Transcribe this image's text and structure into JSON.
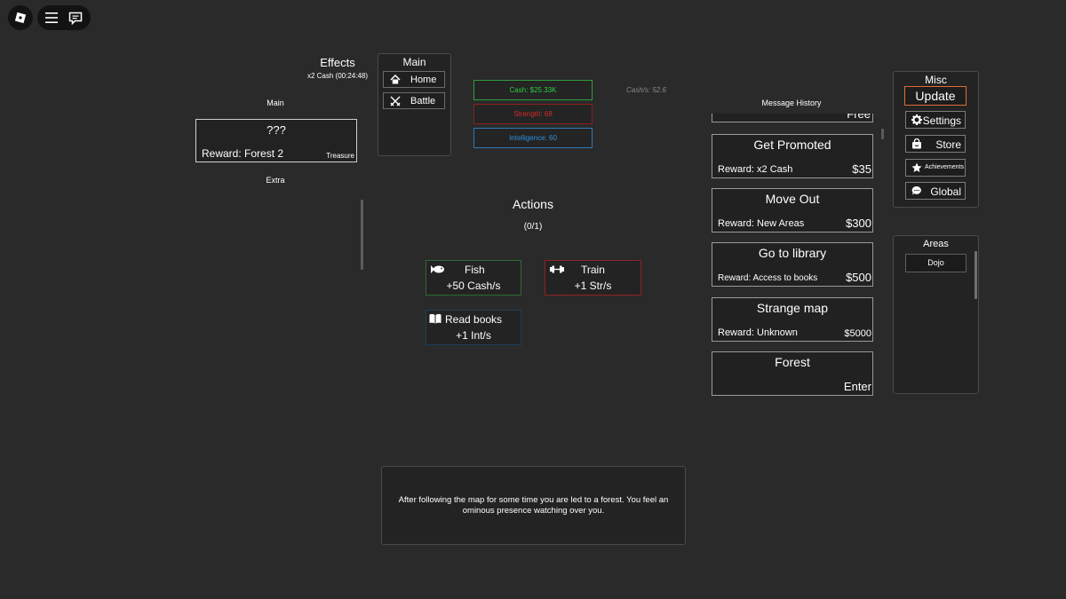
{
  "topbar": {
    "logo_icon": "roblox-logo-icon",
    "menu_icon": "hamburger-menu-icon",
    "chat_icon": "chat-icon"
  },
  "effects": {
    "title": "Effects",
    "items": [
      "x2 Cash (00:24:48)"
    ]
  },
  "left_section": {
    "main_label": "Main",
    "card": {
      "title": "???",
      "reward": "Reward: Forest 2",
      "tag": "Treasure"
    },
    "extra_label": "Extra"
  },
  "nav_panel": {
    "title": "Main",
    "items": [
      {
        "label": "Home",
        "icon": "home-icon"
      },
      {
        "label": "Battle",
        "icon": "crossed-swords-icon"
      }
    ]
  },
  "stats": {
    "cash": "Cash: $25.33K",
    "strength": "Strength: 68",
    "intelligence": "Intelligence: 60",
    "cash_rate": "Cash/s: 52.6",
    "colors": {
      "cash": "#2ecc40",
      "strength": "#d42a2a",
      "intelligence": "#2f8fd8"
    }
  },
  "message_history": {
    "title": "Message History",
    "partial_top": "Free",
    "tasks": [
      {
        "title": "Get Promoted",
        "reward": "Reward: x2 Cash",
        "cost": "$35"
      },
      {
        "title": "Move Out",
        "reward": "Reward: New Areas",
        "cost": "$300"
      },
      {
        "title": "Go to library",
        "reward": "Reward: Access to books",
        "cost": "$500"
      },
      {
        "title": "Strange map",
        "reward": "Reward: Unknown",
        "cost": "$5000"
      },
      {
        "title": "Forest",
        "reward": "",
        "cost": "Enter"
      }
    ]
  },
  "actions": {
    "title": "Actions",
    "count": "(0/1)",
    "items": [
      {
        "title": "Fish",
        "sub": "+50 Cash/s",
        "icon": "fish-icon"
      },
      {
        "title": "Train",
        "sub": "+1 Str/s",
        "icon": "dumbbell-icon"
      },
      {
        "title": "Read books",
        "sub": "+1 Int/s",
        "icon": "book-icon"
      }
    ]
  },
  "misc": {
    "title": "Misc",
    "update": "Update",
    "buttons": [
      {
        "label": "Settings",
        "icon": "gear-icon"
      },
      {
        "label": "Store",
        "icon": "shop-bag-icon"
      },
      {
        "label": "Achievements",
        "icon": "star-icon"
      },
      {
        "label": "Global",
        "icon": "chat-bubble-icon"
      }
    ]
  },
  "areas": {
    "title": "Areas",
    "items": [
      "Dojo"
    ]
  },
  "message": {
    "text": "After following the map for some time you are led to a forest. You feel an ominous presence watching over you."
  }
}
